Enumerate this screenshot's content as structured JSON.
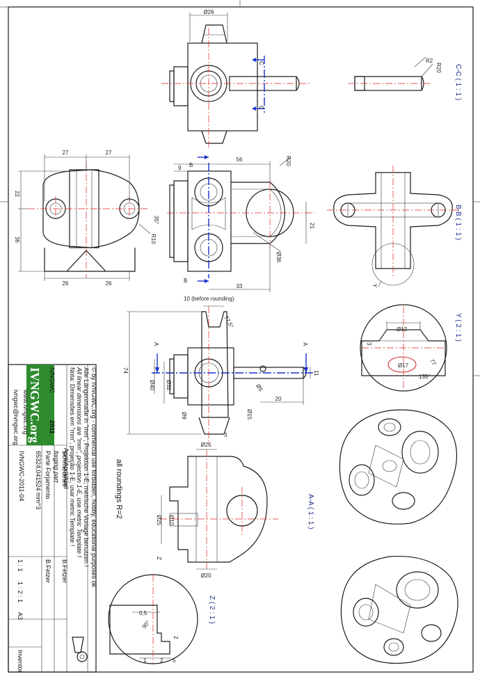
{
  "colors": {
    "centerline": "#e02020",
    "section_line": "#1530c8",
    "logo_green": "#2e8b2e",
    "markup_red": "#d03030"
  },
  "views": {
    "section_cc": "C-C ( 1 : 1 )",
    "section_bb": "B-B ( 1 : 1 )",
    "detail_y": "Y ( 2 : 1 )",
    "section_aa": "A-A ( 1 : 1 )",
    "detail_z": "Z ( 2 : 1 )"
  },
  "cut_letters": {
    "c": "C",
    "b": "B",
    "a": "A",
    "y": "Y",
    "z": "Z"
  },
  "dims": {
    "top_d26": "Ø26",
    "cc_r2": "R2",
    "cc_r20": "R20",
    "left_27a": "27",
    "left_27b": "27",
    "left_22": "22",
    "left_36": "36",
    "left_26a": "26",
    "left_26b": "26",
    "left_35": "35°",
    "left_r10": "R10",
    "mid_9": "9",
    "mid_56": "56",
    "mid_r20": "R20",
    "mid_21": "21",
    "mid_d36": "Ø36",
    "mid_33": "33",
    "front_10": "10 (before rounding)",
    "front_77": "77,5°",
    "front_74": "74",
    "front_d40": "Ø40",
    "front_d32": "Ø32",
    "front_d9": "Ø9",
    "front_d15": "Ø15",
    "front_d5": "Ø5",
    "front_20": "20",
    "front_11": "11",
    "front_3": "3",
    "y_d12": "Ø12",
    "y_3": "3",
    "y_d17": "Ø17",
    "y_77": "77",
    "y_135": "135°",
    "aa_d25a": "Ø25",
    "aa_d25b": "Ø25",
    "aa_d10": "Ø10",
    "aa_d20": "Ø20",
    "z_05": "0,5",
    "z_90": "90°",
    "z_2": "2",
    "z_1": "1",
    "z_2b": "2",
    "z_5": "5"
  },
  "note_roundings": "all roundings R=2",
  "title_block": {
    "copyright": "© by IVNGWC.org - commercial use forbidden, hobby, educational purposes ok",
    "note_de": "Alle Längenmaße in \"mm\", Projektion 1-E, metrische Vorlage benutzen !",
    "note_en": "All linear dimensions are \"mm\", projection 1-E, use metric Template !",
    "note_pt": "Nota: Dimensões em \"mm\", projeção 1-E, usar metric Template !",
    "april": "April/April/Abril",
    "logo_name": "IVNGWC",
    "logo_year": "2011",
    "logo_site": "IVNGWC.org",
    "logo_site_small": "www.ivngwc.org",
    "email": "ivngwc@ivngwc.org",
    "name_de": "Schmiedeteil",
    "name_en": "forging part",
    "name_pt": "Parte Forjamento",
    "volume": "65324,041524 mm^3",
    "drawing_no": "IVNGWC-2011-04",
    "author1": "B.Fetzer",
    "author2": "B.Fetzer",
    "scale_a": "1 : 1",
    "scale_b": "1 : 2 : 1",
    "format": "A3",
    "software": "Inventor"
  }
}
